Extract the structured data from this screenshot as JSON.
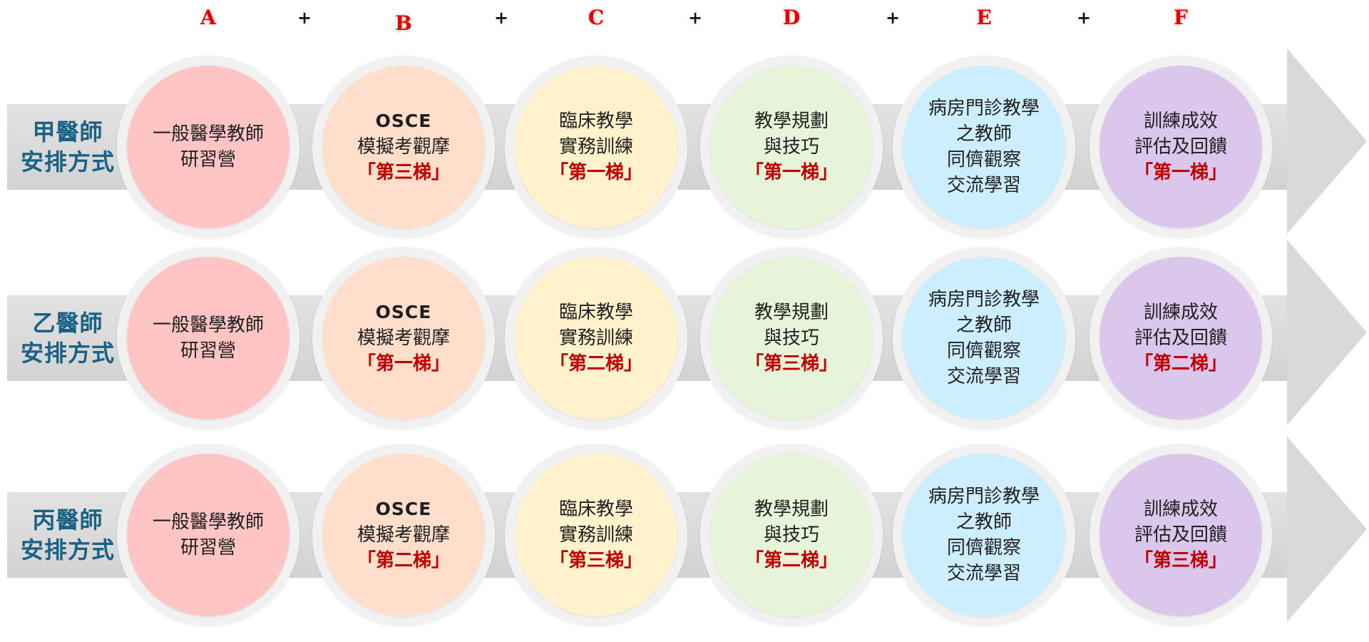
{
  "columns": [
    {
      "letter": "A",
      "bg": "#ffc4c4"
    },
    {
      "letter": "B",
      "bg": "#ffdfcc"
    },
    {
      "letter": "C",
      "bg": "#fff2cc"
    },
    {
      "letter": "D",
      "bg": "#e6f4d9"
    },
    {
      "letter": "E",
      "bg": "#cdeeff"
    },
    {
      "letter": "F",
      "bg": "#dcc7ec"
    }
  ],
  "plus": "+",
  "colors": {
    "letter": "#e00000",
    "label": "#1a6285",
    "tier": "#c00000",
    "band": "#d9d9d9"
  },
  "rows": [
    {
      "label": [
        "甲醫師",
        "安排方式"
      ],
      "circles": [
        {
          "lines": [
            "一般醫學教師",
            "研習營"
          ]
        },
        {
          "code": "OSCE",
          "lines": [
            "模擬考觀摩"
          ],
          "tier": "「第三梯」"
        },
        {
          "lines": [
            "臨床教學",
            "實務訓練"
          ],
          "tier": "「第一梯」"
        },
        {
          "lines": [
            "教學規劃",
            "與技巧"
          ],
          "tier": "「第一梯」"
        },
        {
          "lines": [
            "病房門診教學",
            "之教師",
            "同儕觀察",
            "交流學習"
          ]
        },
        {
          "lines": [
            "訓練成效",
            "評估及回饋"
          ],
          "tier": "「第一梯」"
        }
      ]
    },
    {
      "label": [
        "乙醫師",
        "安排方式"
      ],
      "circles": [
        {
          "lines": [
            "一般醫學教師",
            "研習營"
          ]
        },
        {
          "code": "OSCE",
          "lines": [
            "模擬考觀摩"
          ],
          "tier": "「第一梯」"
        },
        {
          "lines": [
            "臨床教學",
            "實務訓練"
          ],
          "tier": "「第二梯」"
        },
        {
          "lines": [
            "教學規劃",
            "與技巧"
          ],
          "tier": "「第三梯」"
        },
        {
          "lines": [
            "病房門診教學",
            "之教師",
            "同儕觀察",
            "交流學習"
          ]
        },
        {
          "lines": [
            "訓練成效",
            "評估及回饋"
          ],
          "tier": "「第二梯」"
        }
      ]
    },
    {
      "label": [
        "丙醫師",
        "安排方式"
      ],
      "circles": [
        {
          "lines": [
            "一般醫學教師",
            "研習營"
          ]
        },
        {
          "code": "OSCE",
          "lines": [
            "模擬考觀摩"
          ],
          "tier": "「第二梯」"
        },
        {
          "lines": [
            "臨床教學",
            "實務訓練"
          ],
          "tier": "「第三梯」"
        },
        {
          "lines": [
            "教學規劃",
            "與技巧"
          ],
          "tier": "「第二梯」"
        },
        {
          "lines": [
            "病房門診教學",
            "之教師",
            "同儕觀察",
            "交流學習"
          ]
        },
        {
          "lines": [
            "訓練成效",
            "評估及回饋"
          ],
          "tier": "「第三梯」"
        }
      ]
    }
  ]
}
